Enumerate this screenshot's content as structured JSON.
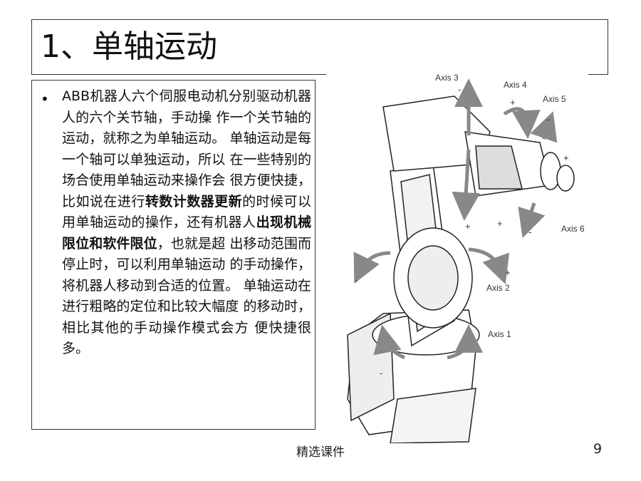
{
  "slide": {
    "title": "1、单轴运动",
    "footer": "精选课件",
    "page_number": "9"
  },
  "content": {
    "bullet": "•",
    "seg1": "ABB机器人六个伺服电动机分别驱动机器人的六个关节轴，手动操 作一个关节轴的运动，就称之为单轴运动。 单轴运动是每一个轴可以单独运动，所以 在一些特别的场合使用单轴运动来操作会 很方便快捷，比如说在进行",
    "bold1": "转数计数器更新",
    "seg2": "的时候可以用单轴运动的操作，还有机器人",
    "bold2": "出现机械限位和软件限位",
    "seg3": "，也就是超 出移动范围而停止时，可以利用单轴运动 的手动操作，将机器人移动到合适的位置。 单轴运动在进行粗略的定位和比较大幅度 的移动时，相比其他的手动操作模式会方 便快捷很多。"
  },
  "figure": {
    "axes": [
      {
        "label": "Axis 1"
      },
      {
        "label": "Axis 2"
      },
      {
        "label": "Axis 3"
      },
      {
        "label": "Axis 4"
      },
      {
        "label": "Axis 5"
      },
      {
        "label": "Axis 6"
      }
    ],
    "plus": "+",
    "minus": "-"
  }
}
